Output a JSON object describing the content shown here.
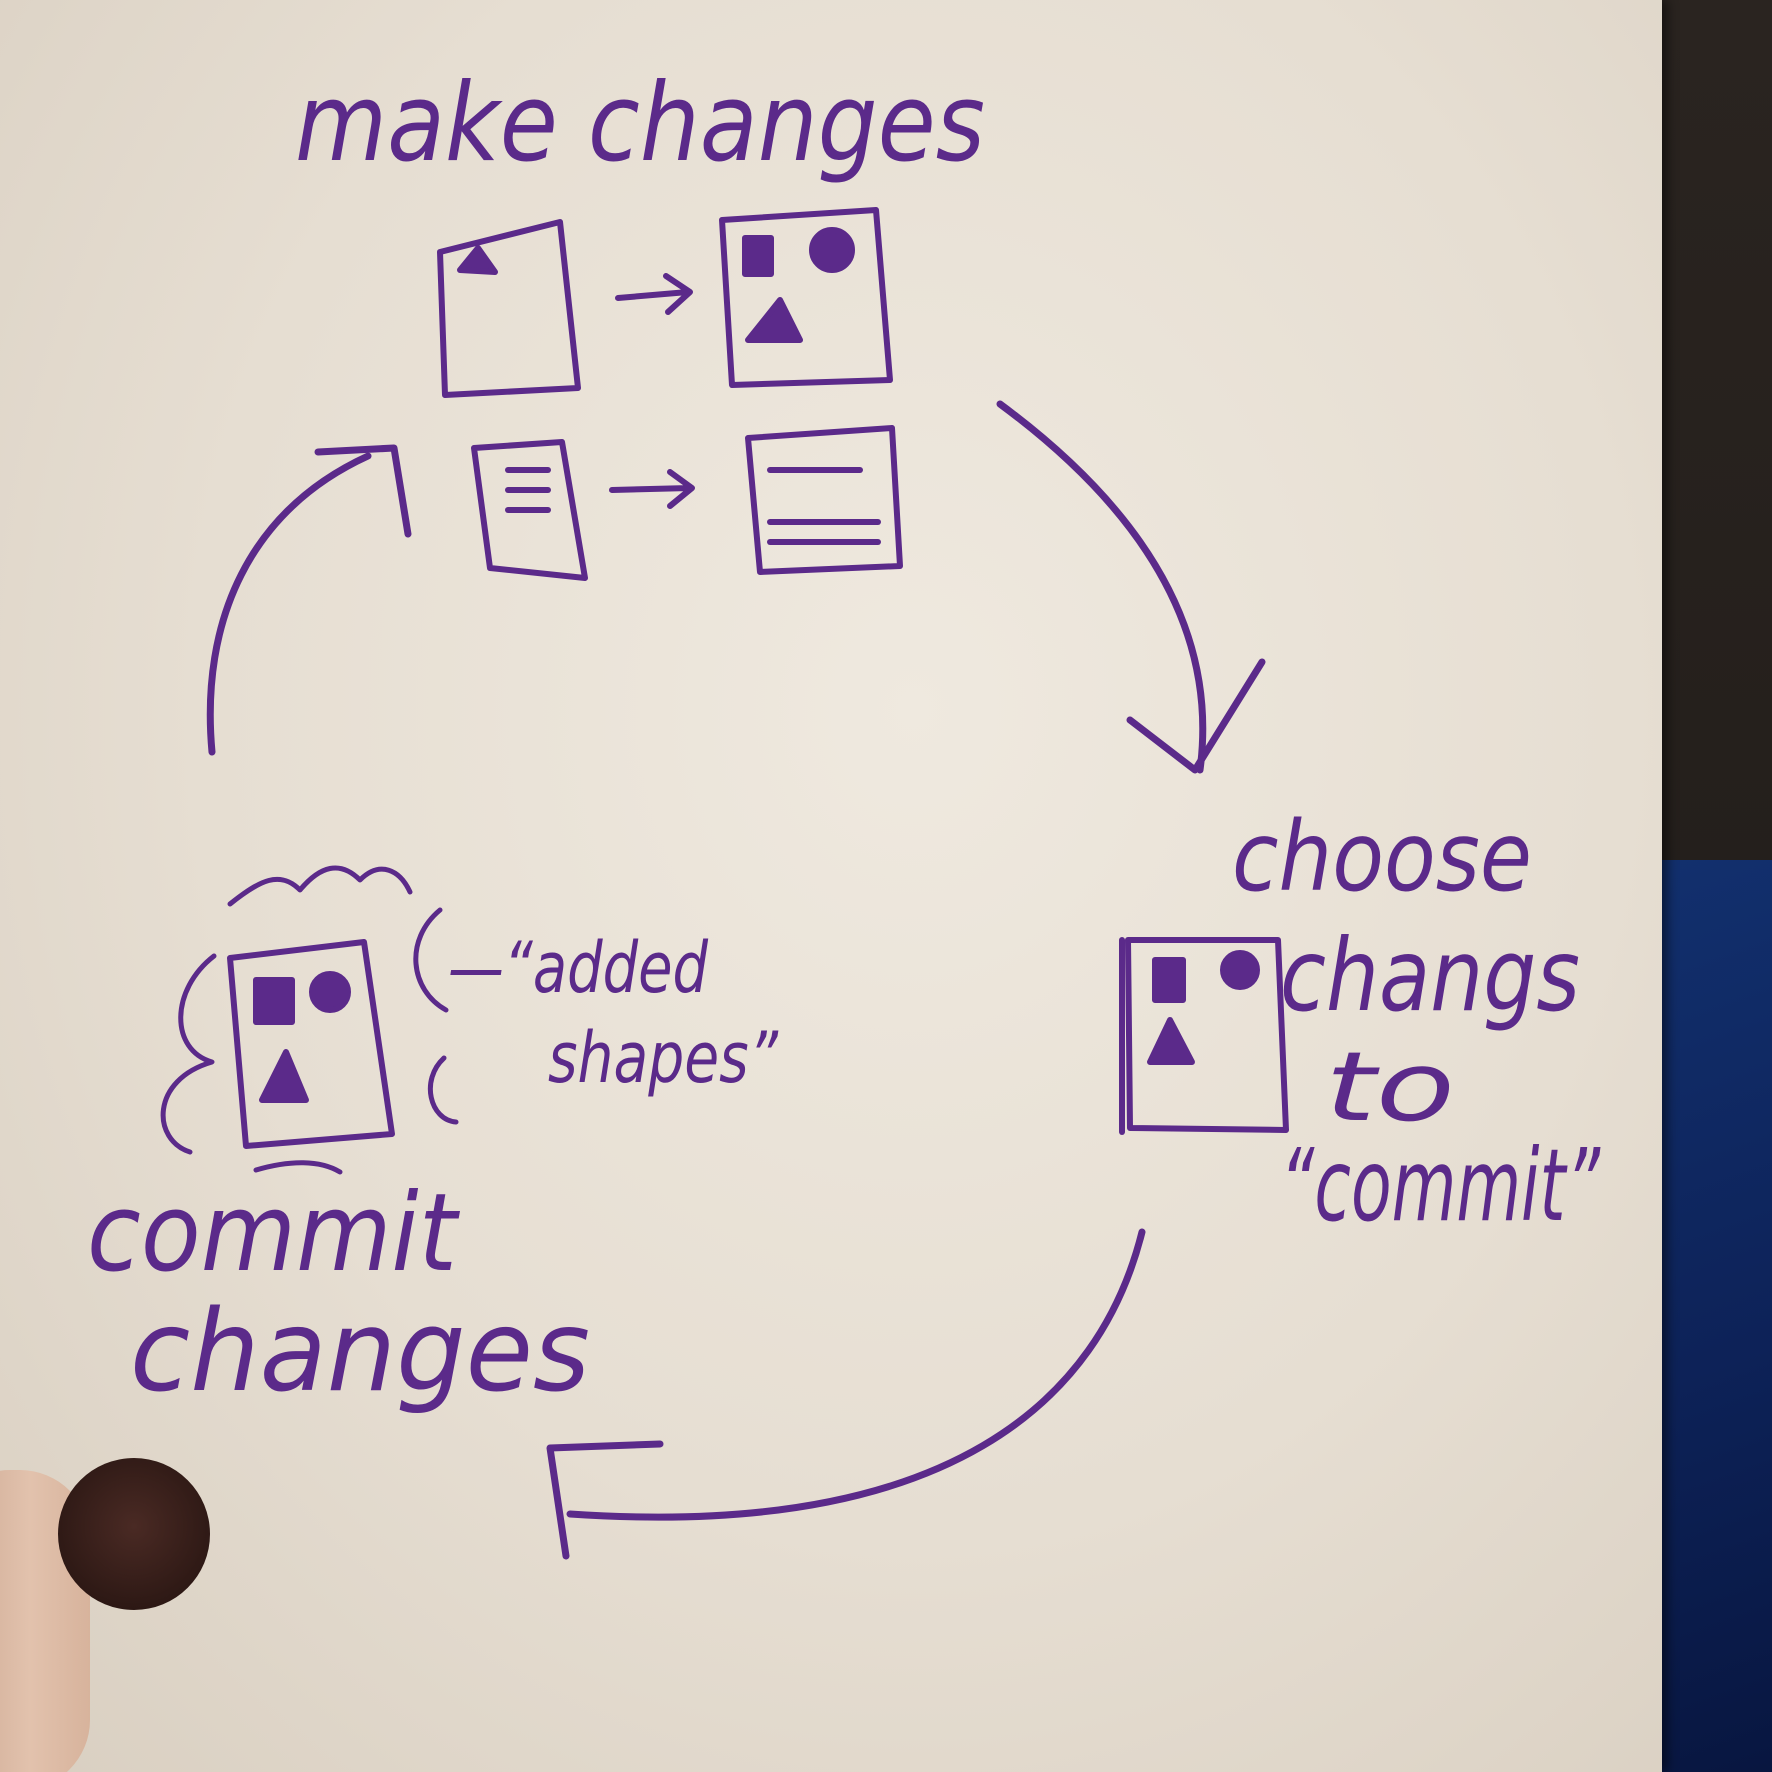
{
  "labels": {
    "make_changes": "make changes",
    "choose_line1": "choose",
    "choose_line2": "changs",
    "choose_line3": "to",
    "choose_line4": "“commit”",
    "commit_line1": "commit",
    "commit_line2": "changes",
    "added_line1": "—“added",
    "added_line2": "shapes”"
  },
  "colors": {
    "ink": "#5b2a8a",
    "paper": "#ebe4d9",
    "fabric": "#12306e"
  }
}
